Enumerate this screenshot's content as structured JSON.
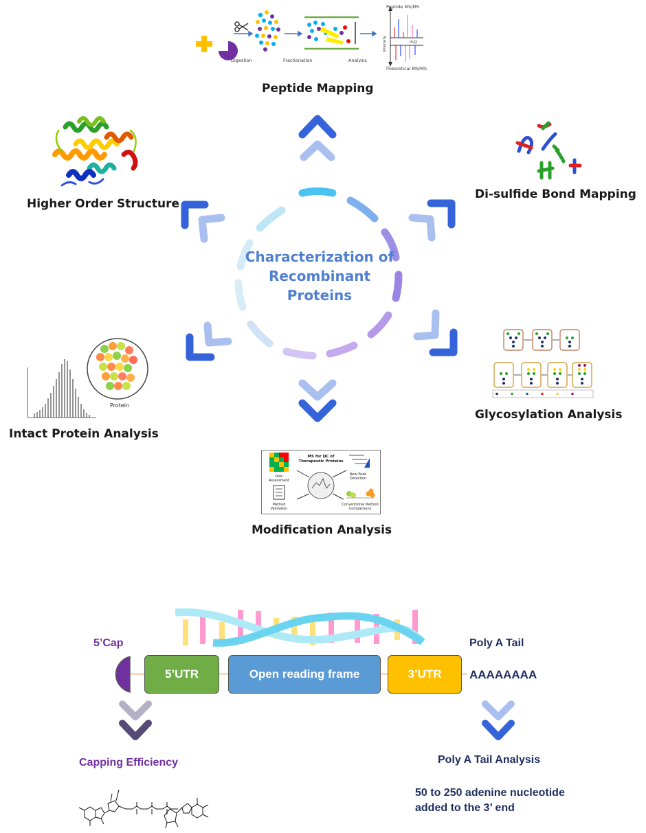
{
  "center_title": [
    "Characterization of",
    "Recombinant",
    "Proteins"
  ],
  "labels": {
    "peptide_mapping": "Peptide Mapping",
    "higher_order": "Higher Order Structure",
    "disulfide": "Di-sulfide Bond Mapping",
    "intact": "Intact Protein Analysis",
    "glycosylation": "Glycosylation Analysis",
    "modification": "Modification Analysis"
  },
  "peptide_workflow": {
    "digestion": "Digestion",
    "fractionation": "Fractionation",
    "analysis": "Analysis",
    "peptide_msms": "Peptide MS/MS",
    "theoretical_msms": "Theoretical MS/MS",
    "mz": "m/z",
    "intensity": "Intensity"
  },
  "intact_panel": {
    "protein": "Protein"
  },
  "modification_panel": {
    "title_line1": "MS for QC of",
    "title_line2": "Therapeutic Proteins",
    "risk_1": "Risk",
    "risk_2": "Assessment",
    "newpeak_1": "New Peak",
    "newpeak_2": "Detection",
    "method_1": "Method",
    "method_2": "Validation",
    "conv_1": "Conventional Method",
    "conv_2": "Comparisons"
  },
  "mrna": {
    "cap_label": "5’Cap",
    "utr5": "5’UTR",
    "orf": "Open reading frame",
    "utr3": "3’UTR",
    "polya_label": "Poly A Tail",
    "polya_seq": "AAAAAAAA",
    "capping": "Capping Efficiency",
    "polya_analysis": "Poly A Tail Analysis",
    "polya_desc_1": "50 to 250 adenine nucleotide",
    "polya_desc_2": "added to the 3’ end"
  },
  "colors": {
    "chevron_dark": "#3563d9",
    "chevron_light": "#a9bff0",
    "center_text": "#4f7fd0",
    "cap_purple": "#7030a0",
    "utr5_green": "#70ad47",
    "orf_blue": "#5b9bd5",
    "utr3_gold": "#ffc000",
    "navy": "#1f2d5e"
  }
}
